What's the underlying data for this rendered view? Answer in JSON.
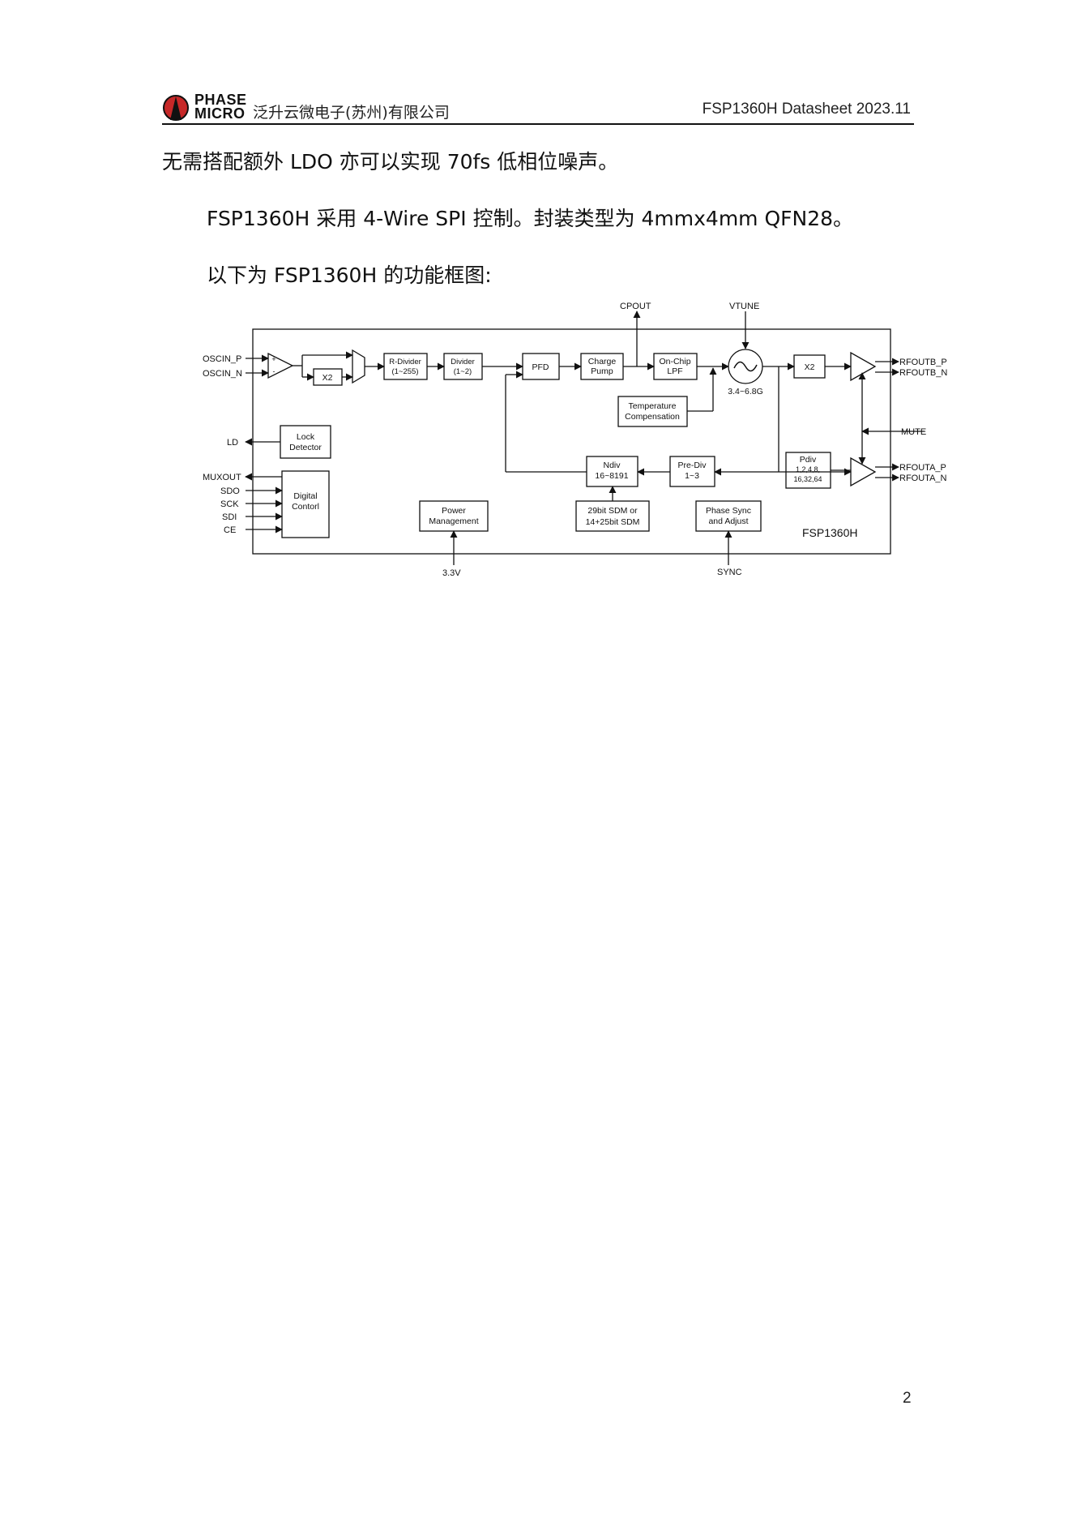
{
  "header": {
    "logo_text_line1": "PHASE",
    "logo_text_line2": "MICRO",
    "company": "泛升云微电子(苏州)有限公司",
    "doc_id": "FSP1360H Datasheet 2023.11"
  },
  "body": {
    "paragraph1": "无需搭配额外 LDO 亦可以实现 70fs 低相位噪声。",
    "paragraph2": "FSP1360H 采用 4-Wire SPI 控制。封装类型为 4mmx4mm QFN28。",
    "paragraph3": "以下为 FSP1360H 的功能框图:"
  },
  "diagram": {
    "chip_name": "FSP1360H",
    "pins": {
      "oscin_p": "OSCIN_P",
      "oscin_n": "OSCIN_N",
      "ld": "LD",
      "muxout": "MUXOUT",
      "sdo": "SDO",
      "sck": "SCK",
      "sdi": "SDI",
      "ce": "CE",
      "cpout": "CPOUT",
      "vtune": "VTUNE",
      "rfoutb_p": "RFOUTB_P",
      "rfoutb_n": "RFOUTB_N",
      "mute": "MUTE",
      "rfouta_p": "RFOUTA_P",
      "rfouta_n": "RFOUTA_N",
      "v33": "3.3V",
      "sync": "SYNC"
    },
    "blocks": {
      "x2_ref": "X2",
      "rdiv_1": "R-Divider",
      "rdiv_2": "(1~255)",
      "div_1": "Divider",
      "div_2": "(1~2)",
      "pfd": "PFD",
      "cp_1": "Charge",
      "cp_2": "Pump",
      "lpf_1": "On-Chip",
      "lpf_2": "LPF",
      "vco_range": "3.4~6.8G",
      "x2_out": "X2",
      "temp_1": "Temperature",
      "temp_2": "Compensation",
      "lock_1": "Lock",
      "lock_2": "Detector",
      "digital_1": "Digital",
      "digital_2": "Contorl",
      "power_1": "Power",
      "power_2": "Management",
      "ndiv_1": "Ndiv",
      "ndiv_2": "16~8191",
      "prediv_1": "Pre-Div",
      "prediv_2": "1~3",
      "pdiv_1": "Pdiv",
      "pdiv_2": "1,2,4,8,",
      "pdiv_3": "16,32,64",
      "sdm_1": "29bit SDM or",
      "sdm_2": "14+25bit SDM",
      "sync_1": "Phase Sync",
      "sync_2": "and Adjust",
      "amp_plus": "+",
      "amp_minus": "-"
    }
  },
  "footer": {
    "page_number": "2"
  }
}
